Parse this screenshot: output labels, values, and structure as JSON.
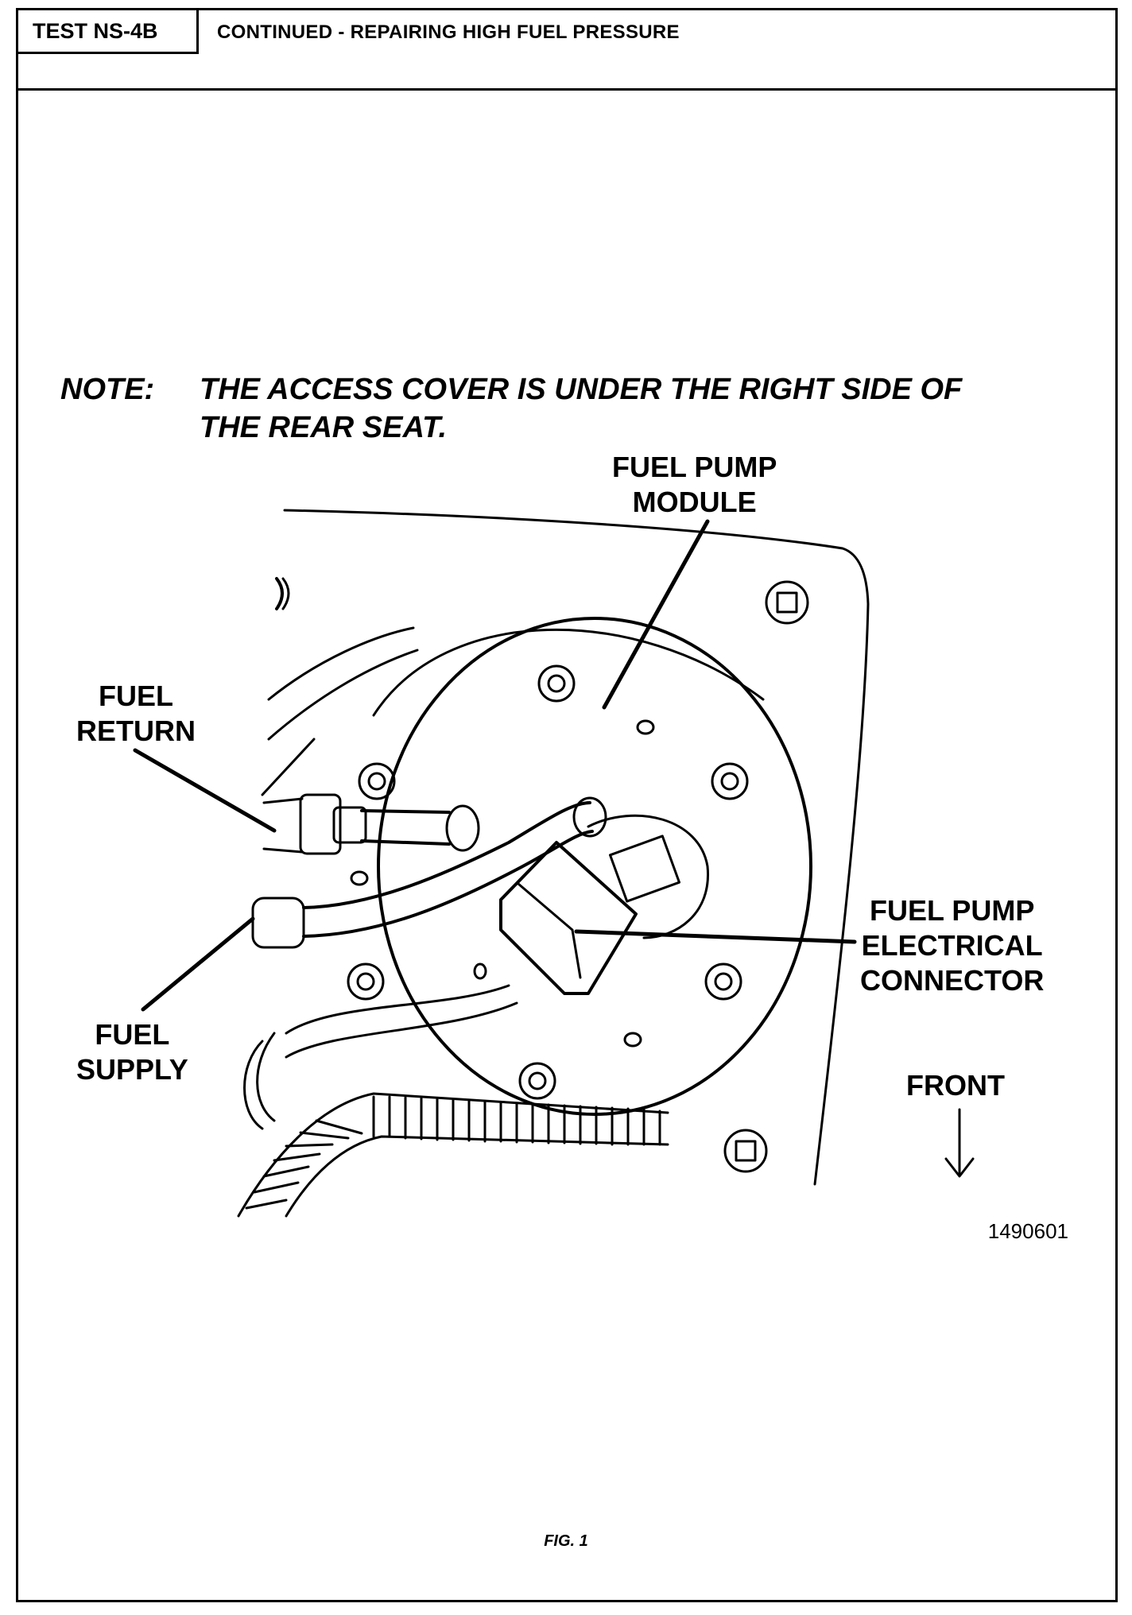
{
  "header": {
    "test_id": "TEST NS-4B",
    "section_title": "CONTINUED - REPAIRING HIGH FUEL PRESSURE"
  },
  "note": {
    "label": "NOTE:",
    "line1": "THE ACCESS COVER IS UNDER THE RIGHT SIDE OF",
    "line2": "THE REAR SEAT."
  },
  "labels": {
    "module_1": "FUEL PUMP",
    "module_2": "MODULE",
    "return_1": "FUEL",
    "return_2": "RETURN",
    "supply_1": "FUEL",
    "supply_2": "SUPPLY",
    "connector_1": "FUEL PUMP",
    "connector_2": "ELECTRICAL",
    "connector_3": "CONNECTOR",
    "front": "FRONT"
  },
  "figure": {
    "id": "1490601",
    "caption": "FIG. 1"
  }
}
